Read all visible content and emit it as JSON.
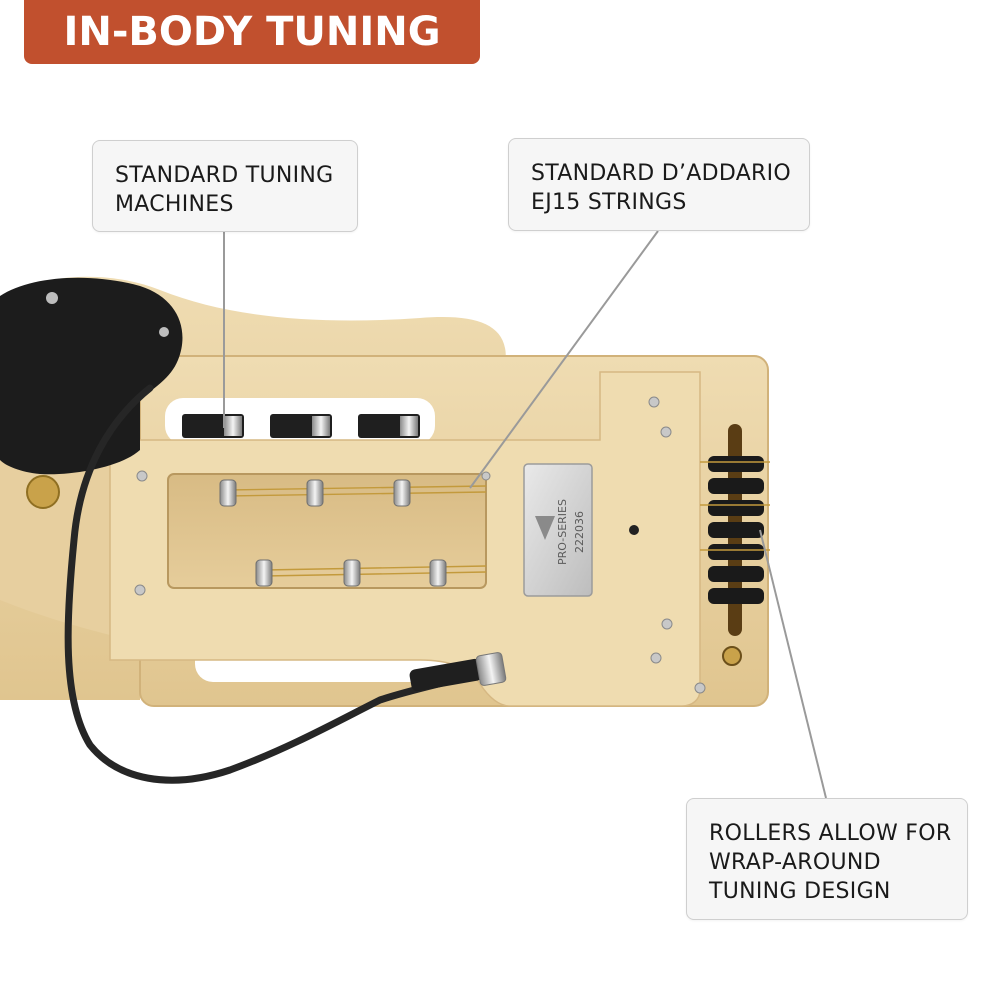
{
  "banner": {
    "title": "IN-BODY TUNING",
    "color": "#c1502e"
  },
  "callouts": {
    "tuners": "STANDARD TUNING\nMACHINES",
    "strings": "STANDARD D’ADDARIO\nEJ15 STRINGS",
    "rollers": "ROLLERS ALLOW FOR\nWRAP-AROUND\nTUNING DESIGN"
  },
  "plate": {
    "line1": "PRO-SERIES",
    "line2": "222036"
  },
  "colors": {
    "maple": "#e8d2a4",
    "maple_dark": "#d9bd86",
    "pickguard": "#1c1c1c",
    "cable": "#2a2a2a",
    "leader_line": "#9a9a9a"
  }
}
